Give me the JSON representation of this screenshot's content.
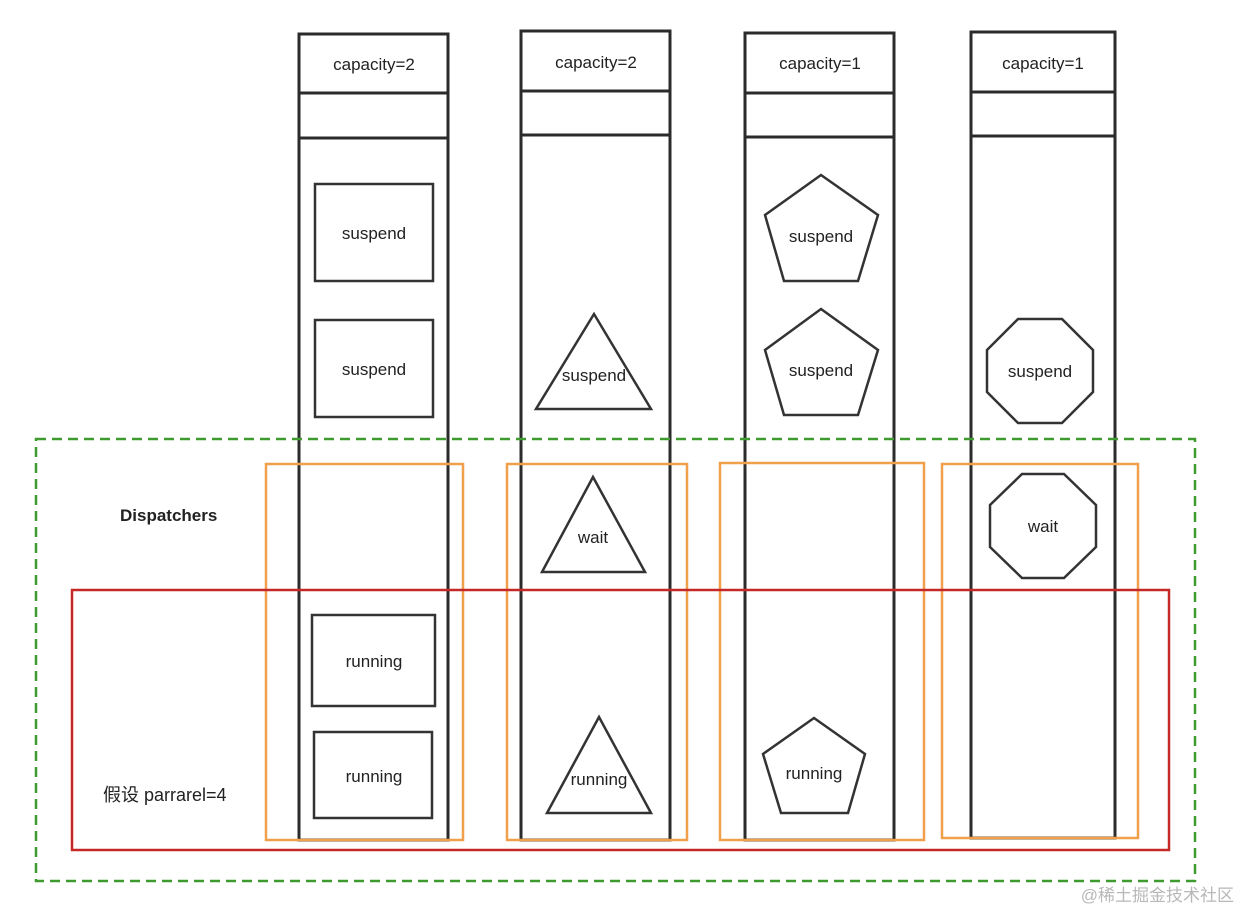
{
  "diagram": {
    "columns": [
      {
        "capacity_label": "capacity=2"
      },
      {
        "capacity_label": "capacity=2"
      },
      {
        "capacity_label": "capacity=1"
      },
      {
        "capacity_label": "capacity=1"
      }
    ],
    "tasks": [
      {
        "column": 1,
        "shape": "square",
        "label": "suspend"
      },
      {
        "column": 1,
        "shape": "square",
        "label": "suspend"
      },
      {
        "column": 1,
        "shape": "square",
        "label": "running"
      },
      {
        "column": 1,
        "shape": "square",
        "label": "running"
      },
      {
        "column": 2,
        "shape": "triangle",
        "label": "suspend"
      },
      {
        "column": 2,
        "shape": "triangle",
        "label": "wait"
      },
      {
        "column": 2,
        "shape": "triangle",
        "label": "running"
      },
      {
        "column": 3,
        "shape": "pentagon",
        "label": "suspend"
      },
      {
        "column": 3,
        "shape": "pentagon",
        "label": "suspend"
      },
      {
        "column": 3,
        "shape": "pentagon",
        "label": "running"
      },
      {
        "column": 4,
        "shape": "octagon",
        "label": "suspend"
      },
      {
        "column": 4,
        "shape": "octagon",
        "label": "wait"
      }
    ],
    "regions": {
      "dispatchers_label": "Dispatchers",
      "parallel_label": "假设 parrarel=4"
    },
    "colors": {
      "dispatchers_border": "#3f9a2f",
      "parallel_border": "#c62828",
      "dispatcher_slot_border": "#f0a04b",
      "column_border": "#2b2b2b"
    },
    "watermark": "@稀土掘金技术社区"
  }
}
